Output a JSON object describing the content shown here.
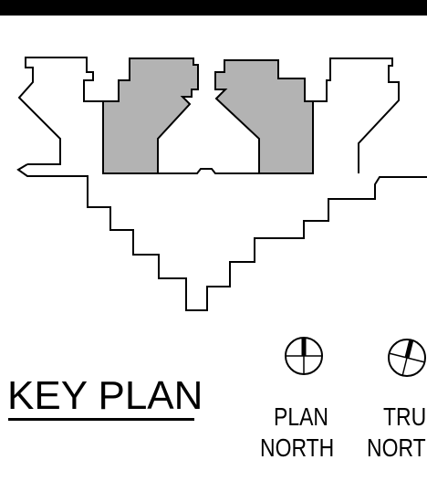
{
  "title": "KEY PLAN",
  "north_arrows": [
    {
      "line1": "PLAN",
      "line2": "NORTH",
      "rotation_deg": 0
    },
    {
      "line1": "TRUE",
      "line2": "NORTH",
      "rotation_deg": 14
    }
  ],
  "colors": {
    "highlight_fill": "#b3b3b3",
    "line": "#000000",
    "background": "#ffffff"
  }
}
